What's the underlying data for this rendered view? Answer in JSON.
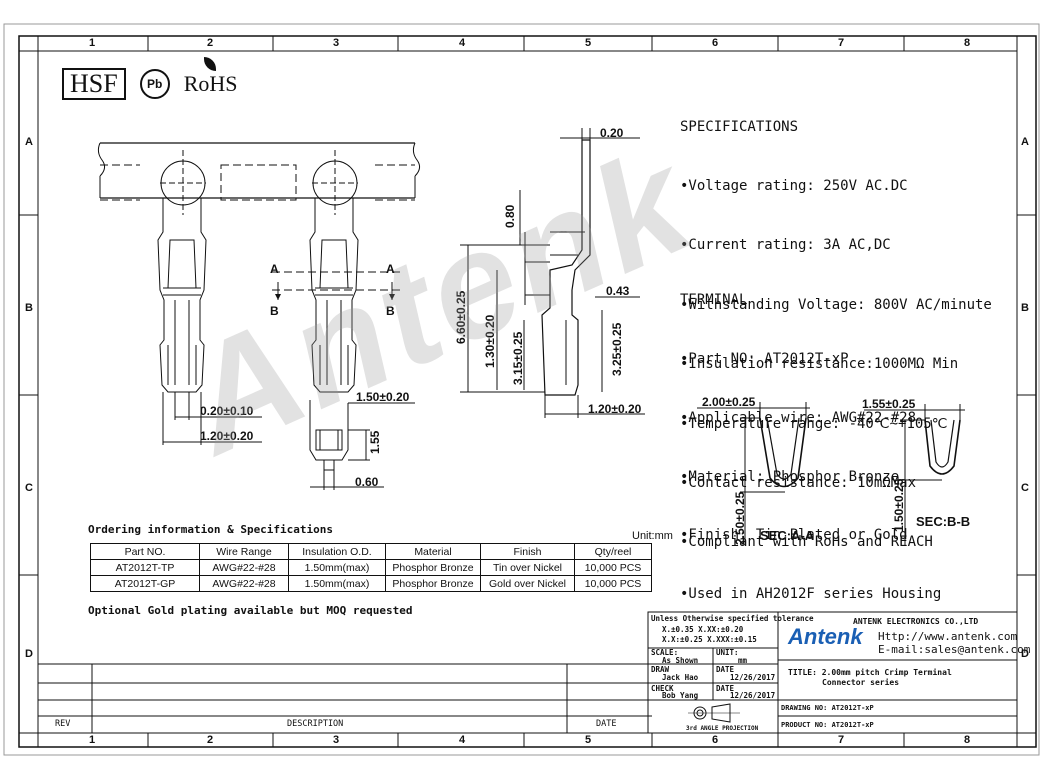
{
  "zones": {
    "cols": [
      "1",
      "2",
      "3",
      "4",
      "5",
      "6",
      "7",
      "8"
    ],
    "rows": [
      "A",
      "B",
      "C",
      "D"
    ]
  },
  "logos": {
    "hsf": "HSF",
    "pb": "Pb",
    "rohs": "RoHS"
  },
  "specifications": {
    "heading": "SPECIFICATIONS",
    "items": [
      "•Voltage rating: 250V AC.DC",
      "•Current rating: 3A AC,DC",
      "•Withstanding Voltage: 800V AC/minute",
      "•Insulation resistance:1000MΩ Min",
      "•Temperature range: -40℃~+105℃",
      "•Contact resistance: 10mΩMax",
      "•Compliant with RoHs and REACH"
    ]
  },
  "terminal": {
    "heading": "TERMINAL",
    "items": [
      "•Part NO: AT2012T-xP",
      "•Applicable wire: AWG#22-#28",
      "•Material: Phosphor Bronze",
      "•Finish: Tin Plated or Gold",
      "•Used in AH2012F series Housing"
    ]
  },
  "dimensions": {
    "d020": "0.20",
    "d080": "0.80",
    "d660": "6.60±0.25",
    "d130": "1.30±0.20",
    "d315": "3.15±0.25",
    "d043": "0.43",
    "d325": "3.25±0.25",
    "d120side": "1.20±0.20",
    "d150": "1.50±0.20",
    "d155": "1.55",
    "d060": "0.60",
    "d020b": "0.20±0.10",
    "d120front": "1.20±0.20",
    "d200": "2.00±0.25",
    "d250": "2.50±0.25",
    "d155b": "1.55±0.25",
    "d150b": "1.50±0.25",
    "secA": "SEC:A-A",
    "secB": "SEC:B-B",
    "labelA": "A",
    "labelB": "B"
  },
  "watermark": "Antenk",
  "ordering": {
    "title": "Ordering information & Specifications",
    "unit": "Unit:mm",
    "headers": [
      "Part NO.",
      "Wire Range",
      "Insulation O.D.",
      "Material",
      "Finish",
      "Qty/reel"
    ],
    "rows": [
      [
        "AT2012T-TP",
        "AWG#22-#28",
        "1.50mm(max)",
        "Phosphor Bronze",
        "Tin over Nickel",
        "10,000 PCS"
      ],
      [
        "AT2012T-GP",
        "AWG#22-#28",
        "1.50mm(max)",
        "Phosphor Bronze",
        "Gold over Nickel",
        "10,000 PCS"
      ]
    ]
  },
  "optional_note": "Optional Gold plating available but MOQ requested",
  "title_block": {
    "tolerance_title": "Unless Otherwise specified tolerance",
    "tol1": "X.±0.35   X.XX:±0.20",
    "tol2": "X.X:±0.25 X.XXX:±0.15",
    "scale_label": "SCALE:",
    "scale_value": "As Shown",
    "unit_label": "UNIT:",
    "unit_value": "mm",
    "draw_label": "DRAW",
    "draw_value": "Jack Hao",
    "draw_date_label": "DATE",
    "draw_date": "12/26/2017",
    "check_label": "CHECK",
    "check_value": "Bob Yang",
    "check_date_label": "DATE",
    "check_date": "12/26/2017",
    "angle_label": "3rd ANGLE PROJECTION",
    "company": "ANTENK ELECTRONICS CO.,LTD",
    "http": "Http://www.antenk.com",
    "email": "E-mail:sales@antenk.com",
    "logo": "Antenk",
    "title": "TITLE: 2.00mm pitch Crimp Terminal",
    "title2": "Connector series",
    "drawing_no": "DRAWING NO: AT2012T-xP",
    "product_no": "PRODUCT NO: AT2012T-xP",
    "rev": "REV",
    "description": "DESCRIPTION",
    "date": "DATE"
  }
}
